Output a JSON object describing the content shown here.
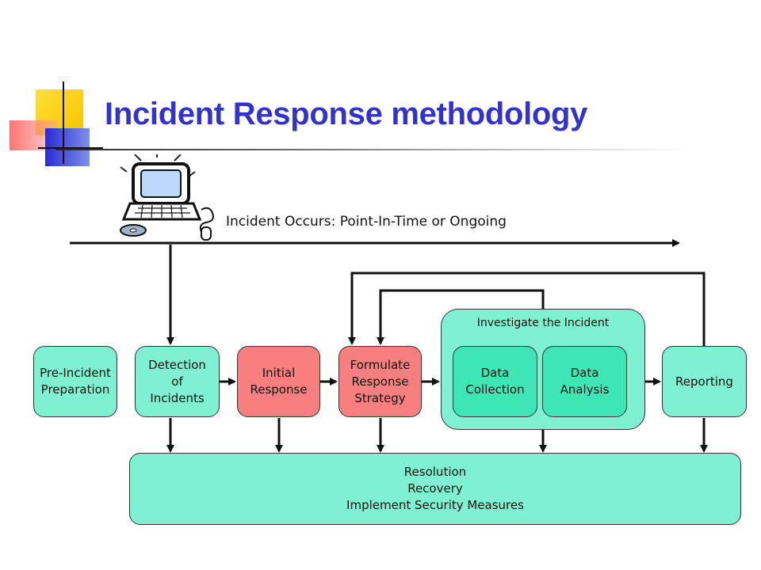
{
  "slide": {
    "title": "Incident Response methodology",
    "timeline_label": "Incident Occurs: Point-In-Time or Ongoing"
  },
  "boxes": {
    "pre_incident": "Pre-Incident\nPreparation",
    "detection": "Detection\nof\nIncidents",
    "initial_response": "Initial\nResponse",
    "formulate": "Formulate\nResponse\nStrategy",
    "investigate_title": "Investigate the Incident",
    "data_collection": "Data\nCollection",
    "data_analysis": "Data\nAnalysis",
    "reporting": "Reporting",
    "resolution": "Resolution\nRecovery\nImplement Security Measures"
  },
  "icons": {
    "decoration": "corner-squares-icon",
    "computer": "computer-icon"
  },
  "colors": {
    "title": "#3333cc",
    "mint_box": "#7ff0d1",
    "salmon_box": "#f77f7f",
    "inner_box": "#3ee6b6"
  }
}
